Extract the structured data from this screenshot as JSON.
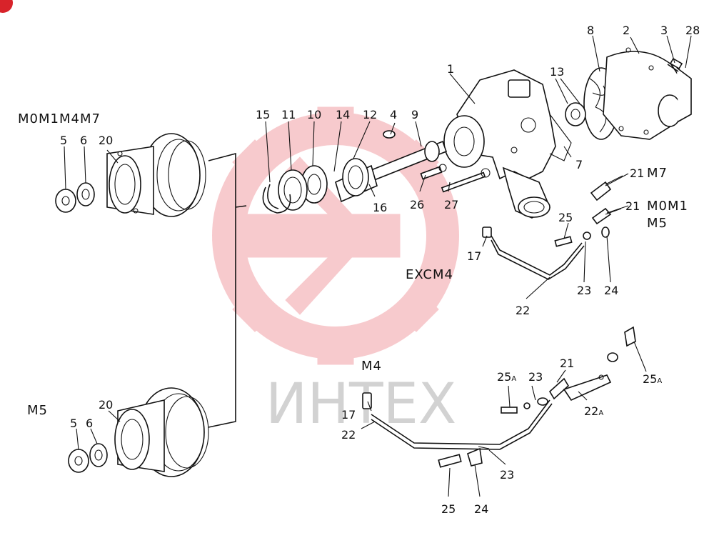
{
  "watermark": {
    "text": "ИНТЕХ",
    "color": "#f2a0a6"
  },
  "badge": {
    "color": "#d8232a"
  },
  "model_labels": {
    "m0m1m4m7": "M0M1M4M7",
    "m5_left": "M5",
    "m7": "M7",
    "m0m1": "M0M1",
    "m5_right": "M5",
    "excm4": "EXCM4",
    "m4": "M4"
  },
  "part_labels": {
    "p1": "1",
    "p2": "2",
    "p3": "3",
    "p28": "28",
    "p8": "8",
    "p13": "13",
    "p7": "7",
    "p15": "15",
    "p11": "11",
    "p10": "10",
    "p14": "14",
    "p12": "12",
    "p4": "4",
    "p9": "9",
    "p16": "16",
    "p26": "26",
    "p27": "27",
    "p5a": "5",
    "p6a": "6",
    "p20a": "20",
    "p5b": "5",
    "p6b": "6",
    "p20b": "20",
    "p21a": "21",
    "p21b": "21",
    "p25a": "25",
    "p17a": "17",
    "p22a": "22",
    "p23a": "23",
    "p24a": "24",
    "p25Aa": "25",
    "p25Ab": "25",
    "p23b": "23",
    "p21c": "21",
    "p22A": "22",
    "p17b": "17",
    "p22b": "22",
    "p23c": "23",
    "p24b": "24",
    "p25c": "25",
    "suffix_a": "A"
  }
}
